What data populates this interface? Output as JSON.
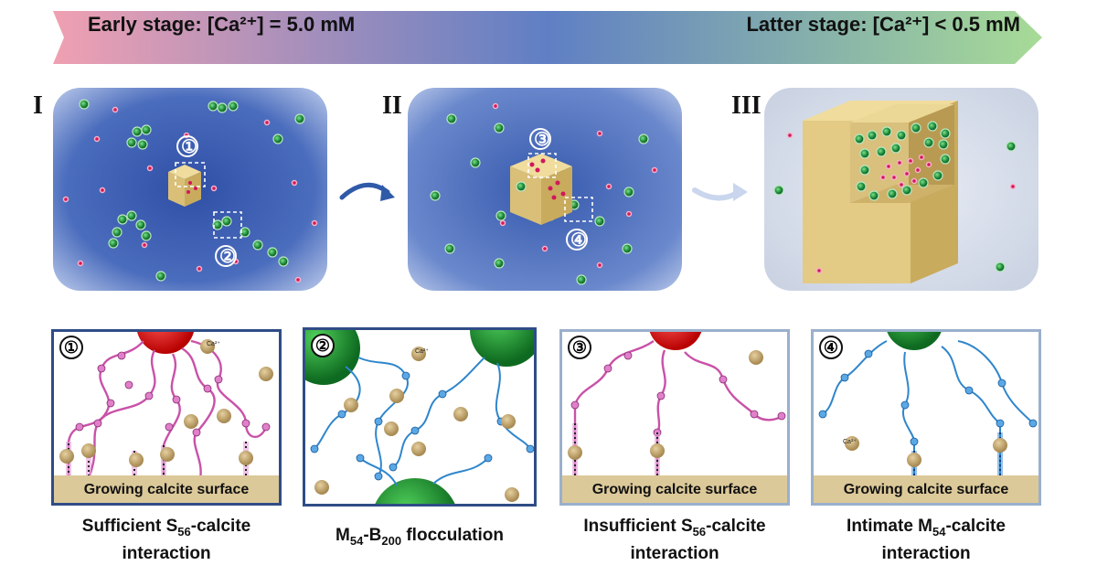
{
  "banner": {
    "left": "Early stage: [Ca²⁺] = 5.0 mM",
    "right": "Latter stage: [Ca²⁺] < 0.5 mM"
  },
  "stages": [
    "I",
    "II",
    "III"
  ],
  "markers": [
    "①",
    "②",
    "③",
    "④"
  ],
  "ion_label": "Ca²⁺",
  "surface_label": "Growing calcite surface",
  "captions": {
    "c1": {
      "a": "Sufficient S",
      "sub": "56",
      "b": "-calcite",
      "line2": "interaction"
    },
    "c2": {
      "a": "M",
      "sub1": "54",
      "b": "-B",
      "sub2": "200",
      "c": " flocculation"
    },
    "c3": {
      "a": "Insufficient S",
      "sub": "56",
      "b": "-calcite",
      "line2": "interaction"
    },
    "c4": {
      "a": "Intimate M",
      "sub": "54",
      "b": "-calcite",
      "line2": "interaction"
    }
  },
  "colors": {
    "scene_blue": "#3f63b3",
    "green_particle": "#1e8a3a",
    "red_particle": "#d0185a",
    "pink_chain": "#c952a8",
    "blue_chain": "#2f86cc",
    "calcite": "#e0c785",
    "surface": "#dcc999"
  }
}
